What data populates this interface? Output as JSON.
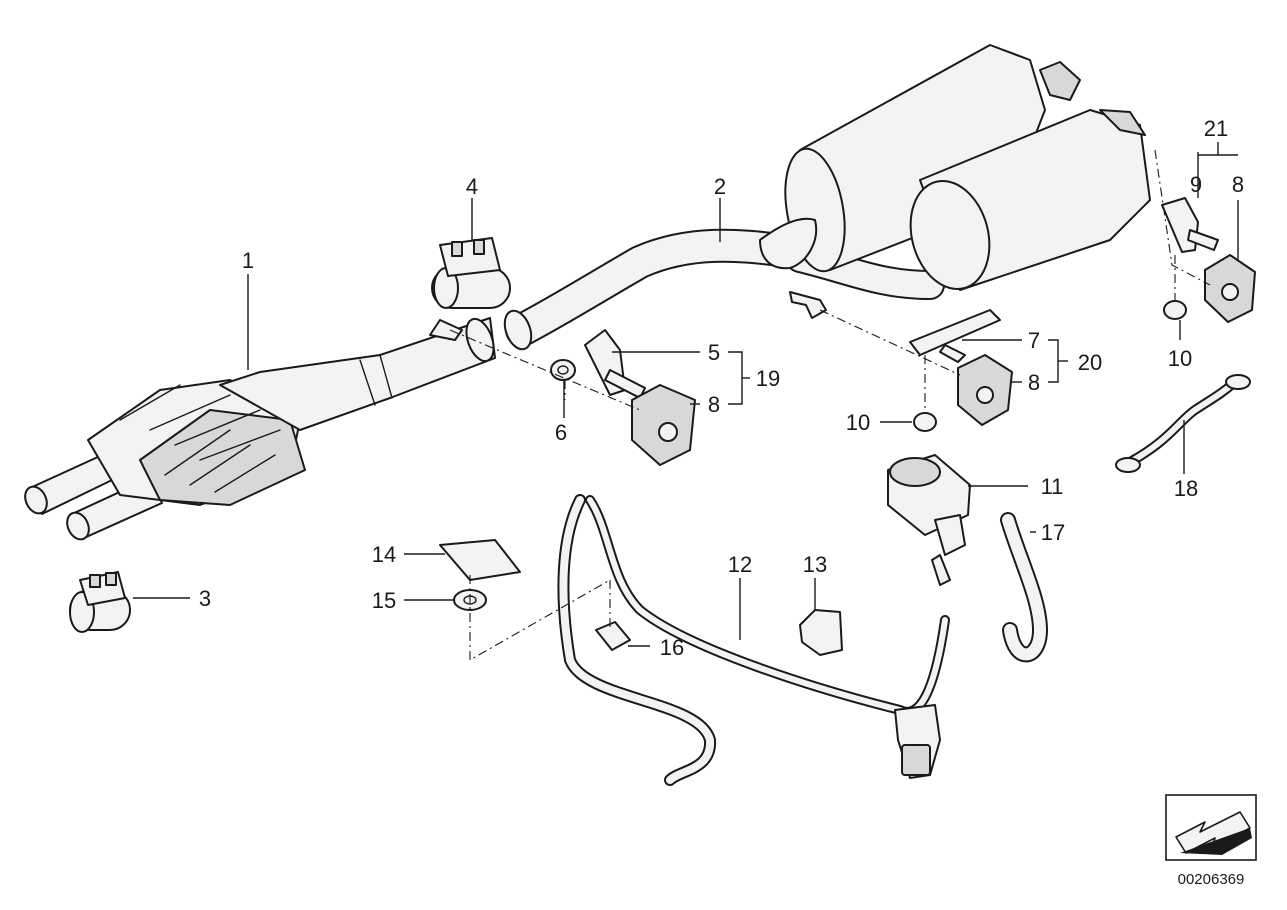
{
  "diagram": {
    "reference_number": "00206369",
    "labels": {
      "n1": "1",
      "n2": "2",
      "n3": "3",
      "n4": "4",
      "n5": "5",
      "n6": "6",
      "n7": "7",
      "n8a": "8",
      "n8b": "8",
      "n8c": "8",
      "n9": "9",
      "n10a": "10",
      "n10b": "10",
      "n11": "11",
      "n12": "12",
      "n13": "13",
      "n14": "14",
      "n15": "15",
      "n16": "16",
      "n17": "17",
      "n18": "18",
      "n19": "19",
      "n20": "20",
      "n21": "21"
    }
  }
}
